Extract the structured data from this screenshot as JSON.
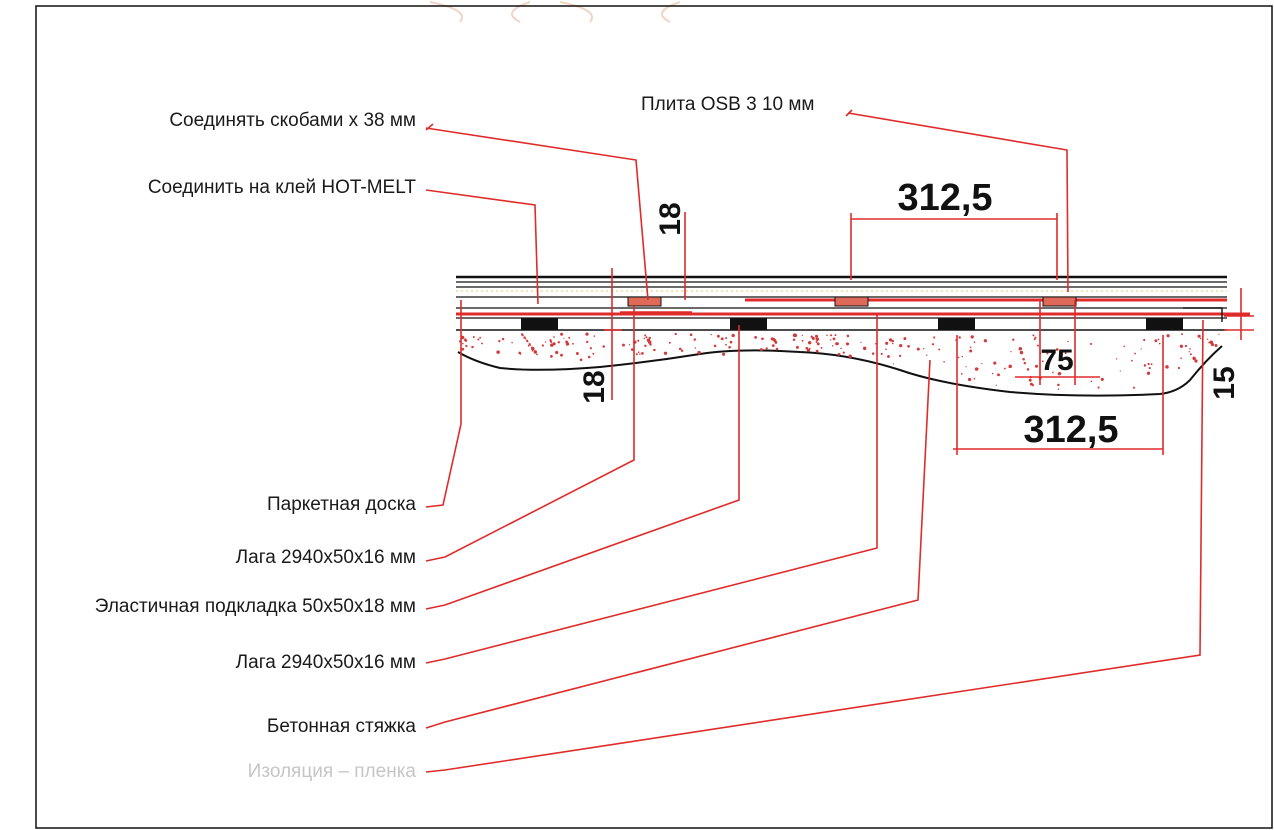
{
  "colors": {
    "leader": "#e02b2b",
    "outline": "#111111",
    "screed_dots": "#d23b3b",
    "muted_text": "#c6c6c6",
    "watermark": "#f1d5c4"
  },
  "callouts": {
    "staples": "Соединять скобами х 38 мм",
    "hotmelt": "Соединить на клей HOT-MELT",
    "osb": "Плита OSB 3 10 мм",
    "parquet": "Паркетная доска",
    "lag_top": "Лага 2940х50х16 мм",
    "elastic_pad": "Эластичная подкладка 50х50х18 мм",
    "lag_bottom": "Лага 2940х50х16 мм",
    "screed": "Бетонная стяжка",
    "insulation": "Изоляция – пленка"
  },
  "dimensions": {
    "top_span": "312,5",
    "bottom_span": "312,5",
    "pad_height_top": "18",
    "pad_height_bottom": "18",
    "pad_width": "75",
    "side_thickness": "15"
  }
}
